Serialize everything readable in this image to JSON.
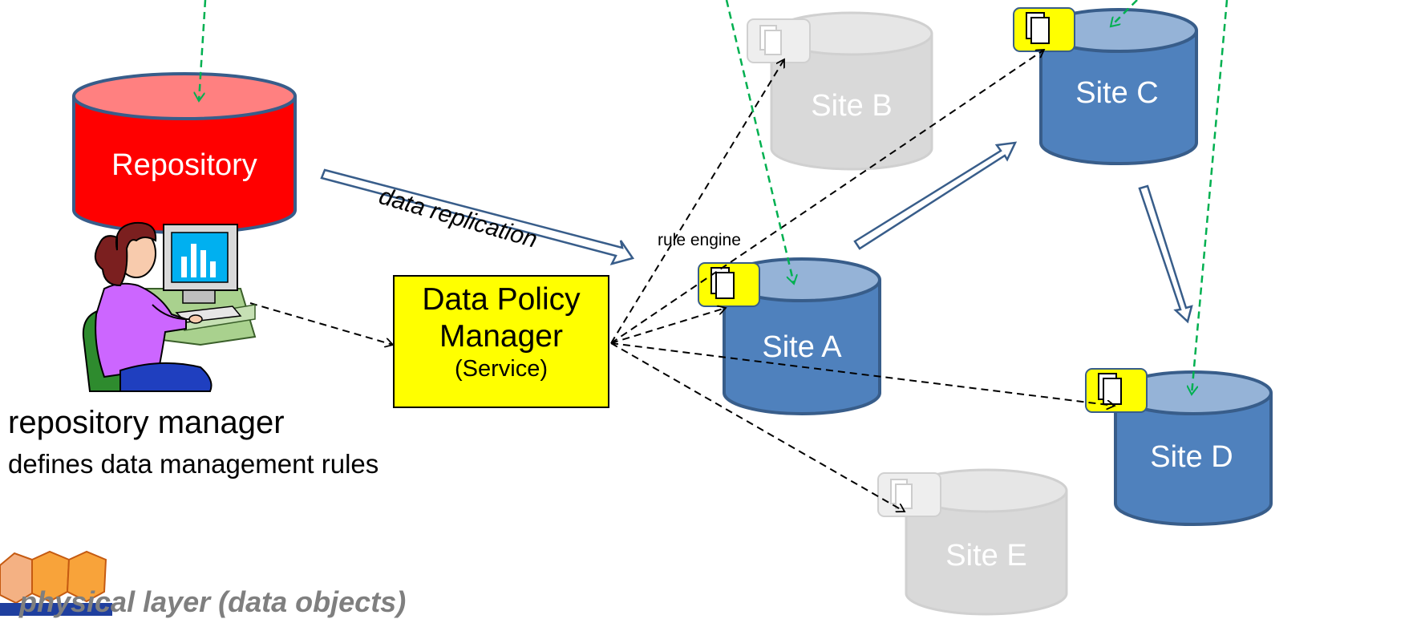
{
  "diagram": {
    "repository_label": "Repository",
    "data_policy_manager": {
      "line1": "Data Policy",
      "line2": "Manager",
      "line3": "(Service)"
    },
    "repository_manager": {
      "title": "repository manager",
      "subtitle": "defines data management rules"
    },
    "data_replication_label": "data replication",
    "rule_engine_label": "rule engine",
    "sites": [
      {
        "label": "Site A",
        "state": "active"
      },
      {
        "label": "Site B",
        "state": "inactive"
      },
      {
        "label": "Site C",
        "state": "active"
      },
      {
        "label": "Site D",
        "state": "active"
      },
      {
        "label": "Site E",
        "state": "inactive"
      }
    ],
    "footer_label": "physical layer (data objects)",
    "colors": {
      "repository": "#ff0000",
      "site_active": "#4f81bd",
      "site_inactive": "#d9d9d9",
      "policy_box": "#ffff00",
      "green_arrow": "#00b050",
      "doc_badge": "#ffff00"
    }
  }
}
